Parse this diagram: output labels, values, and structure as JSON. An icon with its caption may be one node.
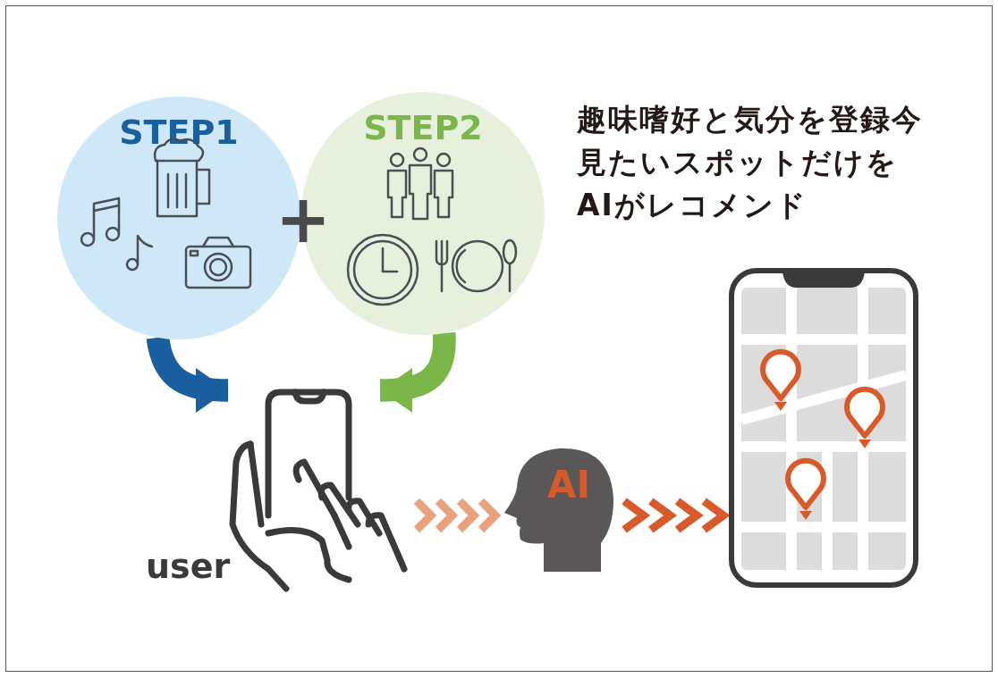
{
  "diagram": {
    "nodes": [
      {
        "text": [
          "STEP1"
        ]
      },
      {
        "text": [
          "STEP2"
        ]
      },
      {
        "text": [],
        "shape": "picture",
        "beside": [
          "user"
        ]
      },
      {
        "text": [
          "AI"
        ]
      },
      {
        "text": [],
        "shape": "picture"
      }
    ],
    "edges": [
      {
        "from": 0,
        "to": 2,
        "arrow": "to",
        "style": "thick",
        "color": "#1a5fa0"
      },
      {
        "from": 1,
        "to": 2,
        "arrow": "to",
        "style": "thick",
        "color": "#7ab648"
      },
      {
        "from": 2,
        "to": 3,
        "arrow": "to",
        "color": "#e9a27c"
      },
      {
        "from": 3,
        "to": 4,
        "arrow": "to",
        "color": "#d85a2a"
      }
    ],
    "labels": [
      "+",
      "趣味嗜好と気分を登録今見たいスポットだけをAIがレコメンド"
    ]
  }
}
